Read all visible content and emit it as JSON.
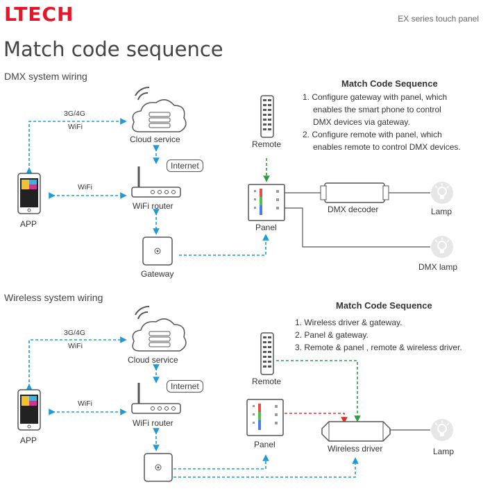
{
  "header": {
    "brand": "LTECH",
    "series": "EX series touch panel",
    "title": "Match code sequence"
  },
  "dmx": {
    "section_title": "DMX system wiring",
    "link_cell": "3G/4G",
    "link_wifi_cloud": "WiFi",
    "link_wifi_app": "WiFi",
    "cloud": "Cloud service",
    "internet": "Internet",
    "router": "WiFi router",
    "app": "APP",
    "gateway": "Gateway",
    "remote": "Remote",
    "panel": "Panel",
    "decoder": "DMX decoder",
    "lamp": "Lamp",
    "dmx_lamp": "DMX lamp",
    "sequence_title": "Match Code Sequence",
    "steps": [
      "1. Configure gateway with panel, which",
      "enables the smart phone to control",
      "DMX devices via gateway.",
      "2. Configure remote with panel, which",
      "enables remote to control DMX devices."
    ]
  },
  "wireless": {
    "section_title": "Wireless system wiring",
    "link_cell": "3G/4G",
    "link_wifi_cloud": "WiFi",
    "link_wifi_app": "WiFi",
    "cloud": "Cloud service",
    "internet": "Internet",
    "router": "WiFi router",
    "app": "APP",
    "remote": "Remote",
    "panel": "Panel",
    "driver": "Wireless driver",
    "lamp": "Lamp",
    "sequence_title": "Match Code Sequence",
    "steps": [
      "1. Wireless driver & gateway.",
      "2. Panel & gateway.",
      "3. Remote & panel , remote & wireless driver."
    ]
  },
  "colors": {
    "brand": "#e4172a",
    "link_blue": "#1e9bd7",
    "link_green": "#2e9e44",
    "link_red": "#e0322d"
  },
  "icons": [
    "cloud-icon",
    "router-icon",
    "phone-icon",
    "gateway-icon",
    "remote-icon",
    "panel-icon",
    "decoder-icon",
    "lamp-icon",
    "driver-icon"
  ]
}
